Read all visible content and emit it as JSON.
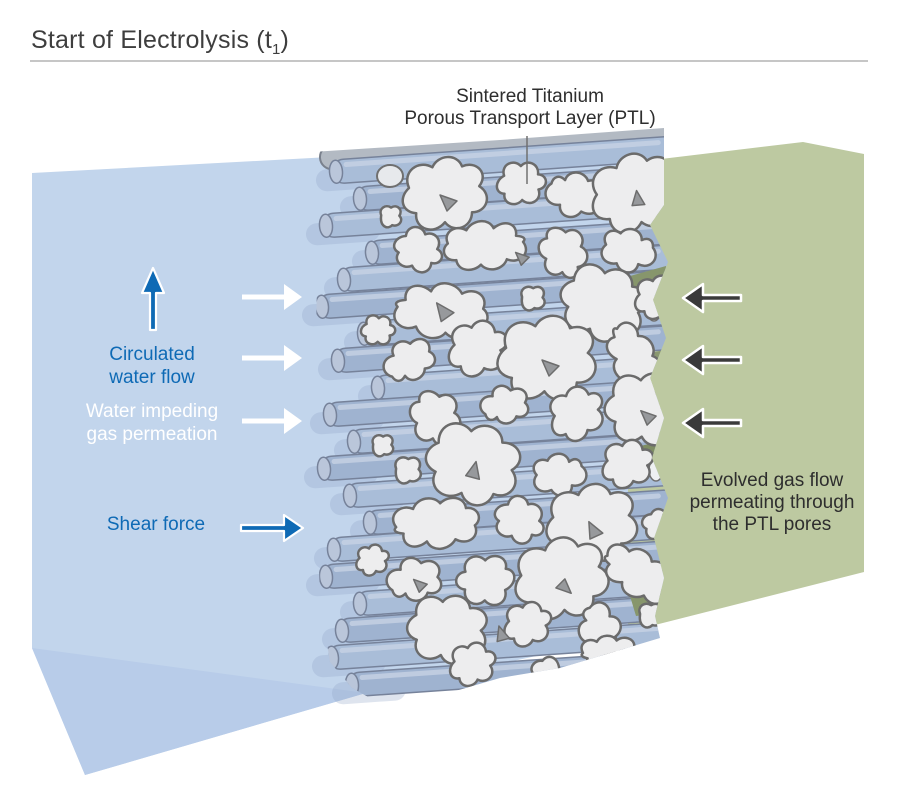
{
  "title": {
    "prefix": "Start of Electrolysis (t",
    "subscript": "1",
    "suffix": ")"
  },
  "diagram": {
    "ptl_label": {
      "line1": "Sintered Titanium",
      "line2": "Porous Transport Layer (PTL)"
    },
    "left_panel": {
      "circulated_label": {
        "line1": "Circulated",
        "line2": "water flow"
      },
      "impeding_label": {
        "line1": "Water impeding",
        "line2": "gas permeation"
      },
      "shear_label": "Shear force"
    },
    "right_panel": {
      "evolved_label": {
        "line1": "Evolved gas flow",
        "line2": "permeating through",
        "line3": "the PTL pores"
      }
    }
  },
  "colors": {
    "panel_blue": "#c2d5ec",
    "panel_blue_fold": "#b8cce9",
    "panel_green": "#bdc9a1",
    "accent_blue": "#0e6ab5",
    "arrow_dark": "#3a3a3a",
    "white": "#ffffff",
    "text_dark": "#2e2e2e"
  }
}
